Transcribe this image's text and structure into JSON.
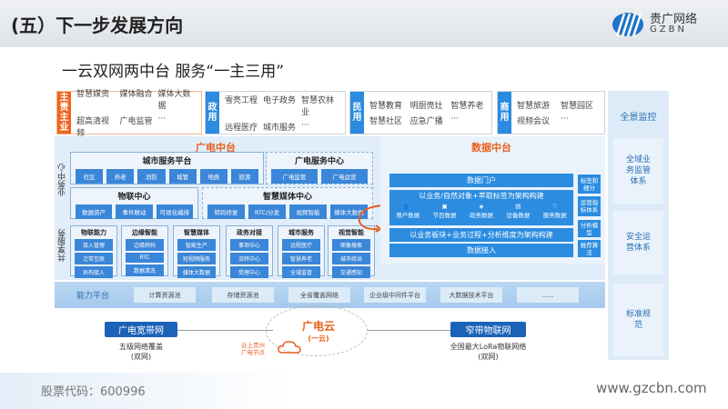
{
  "header": {
    "title": "(五）下一步发展方向",
    "logo_cn": "贵广网络",
    "logo_en": "GZBN"
  },
  "subtitle": "一云双网两中台  服务“一主三用”",
  "top": [
    {
      "label": "主责主业",
      "color": "#f0641e",
      "items": [
        "智慧媒资",
        "媒体融合",
        "媒体大数据",
        "超高清视频",
        "广电监管",
        "···"
      ]
    },
    {
      "label": "政用",
      "color": "#2a8be0",
      "items": [
        "雪亮工程",
        "电子政务",
        "智慧农林业",
        "远程医疗",
        "城市服务",
        "···"
      ]
    },
    {
      "label": "民用",
      "color": "#2a8be0",
      "items": [
        "智慧教育",
        "明厨亮灶",
        "智慧养老",
        "智慧社区",
        "应急广播",
        "···"
      ]
    },
    {
      "label": "商用",
      "color": "#2a8be0",
      "items": [
        "智慧旅游",
        "智慧园区",
        "视频会议",
        "···"
      ]
    }
  ],
  "right_column": [
    "全景监控",
    "全域业务监管体系",
    "安全运营体系",
    "标准规范"
  ],
  "gd": {
    "title": "广电中台",
    "business_label": "业务中心",
    "shared_label": "共享服务",
    "city": {
      "title": "城市服务平台",
      "items": [
        "社区",
        "养老",
        "消防",
        "城管",
        "地质",
        "旅游"
      ]
    },
    "service": {
      "title": "广电服务中心",
      "items": [
        "广电监管",
        "广电运营"
      ]
    },
    "iot": {
      "title": "物联中心",
      "items": [
        "数据资产",
        "事件联动",
        "可视化编排"
      ]
    },
    "media": {
      "title": "智慧媒体中心",
      "items": [
        "转码修复",
        "RTC/分发",
        "视频智能",
        "媒体大数据"
      ]
    },
    "shared": [
      {
        "title": "物联能力",
        "items": [
          "接入管理",
          "泛带互联",
          "异构接入"
        ]
      },
      {
        "title": "边缘智能",
        "items": [
          "边缘转码",
          "RTC",
          "数据清洗"
        ]
      },
      {
        "title": "智慧媒体",
        "items": [
          "智能生产",
          "短视频服务",
          "媒体大数据"
        ]
      },
      {
        "title": "政务对接",
        "items": [
          "事项中心",
          "流转中心",
          "受理中心"
        ]
      },
      {
        "title": "城市服务",
        "items": [
          "远程医疗",
          "智慧养老",
          "全域监管"
        ]
      },
      {
        "title": "视觉智能",
        "items": [
          "图像搜索",
          "城市综治",
          "交通感知"
        ]
      }
    ]
  },
  "data_center": {
    "title": "数据中台",
    "portal": "数据门户",
    "object_line": "以业务/自然对象+萃取标签为架构构建",
    "types": [
      "用户数据",
      "节目数据",
      "政务数据",
      "设备数据",
      "服务数据"
    ],
    "process_line": "以业务板块+业务过程+分析维度为架构构建",
    "ingest": "数据接入",
    "side": [
      "标签和细分",
      "运营指标体系",
      "分析模型",
      "推荐算法"
    ]
  },
  "capability": {
    "label": "能力平台",
    "items": [
      "计算资源池",
      "存储资源池",
      "全省覆盖网络",
      "企业级中间件平台",
      "大数据技术平台",
      "......"
    ]
  },
  "networks": {
    "broadband": {
      "label": "广电宽带网",
      "desc1": "五级网络覆盖",
      "desc2": "(双网)"
    },
    "cloud": {
      "label": "广电云",
      "sub": "(一云)",
      "node1": "云上贵州",
      "node2": "广电节点"
    },
    "nbiot": {
      "label": "窄带物联网",
      "desc1": "全国最大LoRa物联网络",
      "desc2": "(双网)"
    }
  },
  "footer": {
    "stock": "股票代码：600996",
    "site": "www.gzcbn.com"
  }
}
